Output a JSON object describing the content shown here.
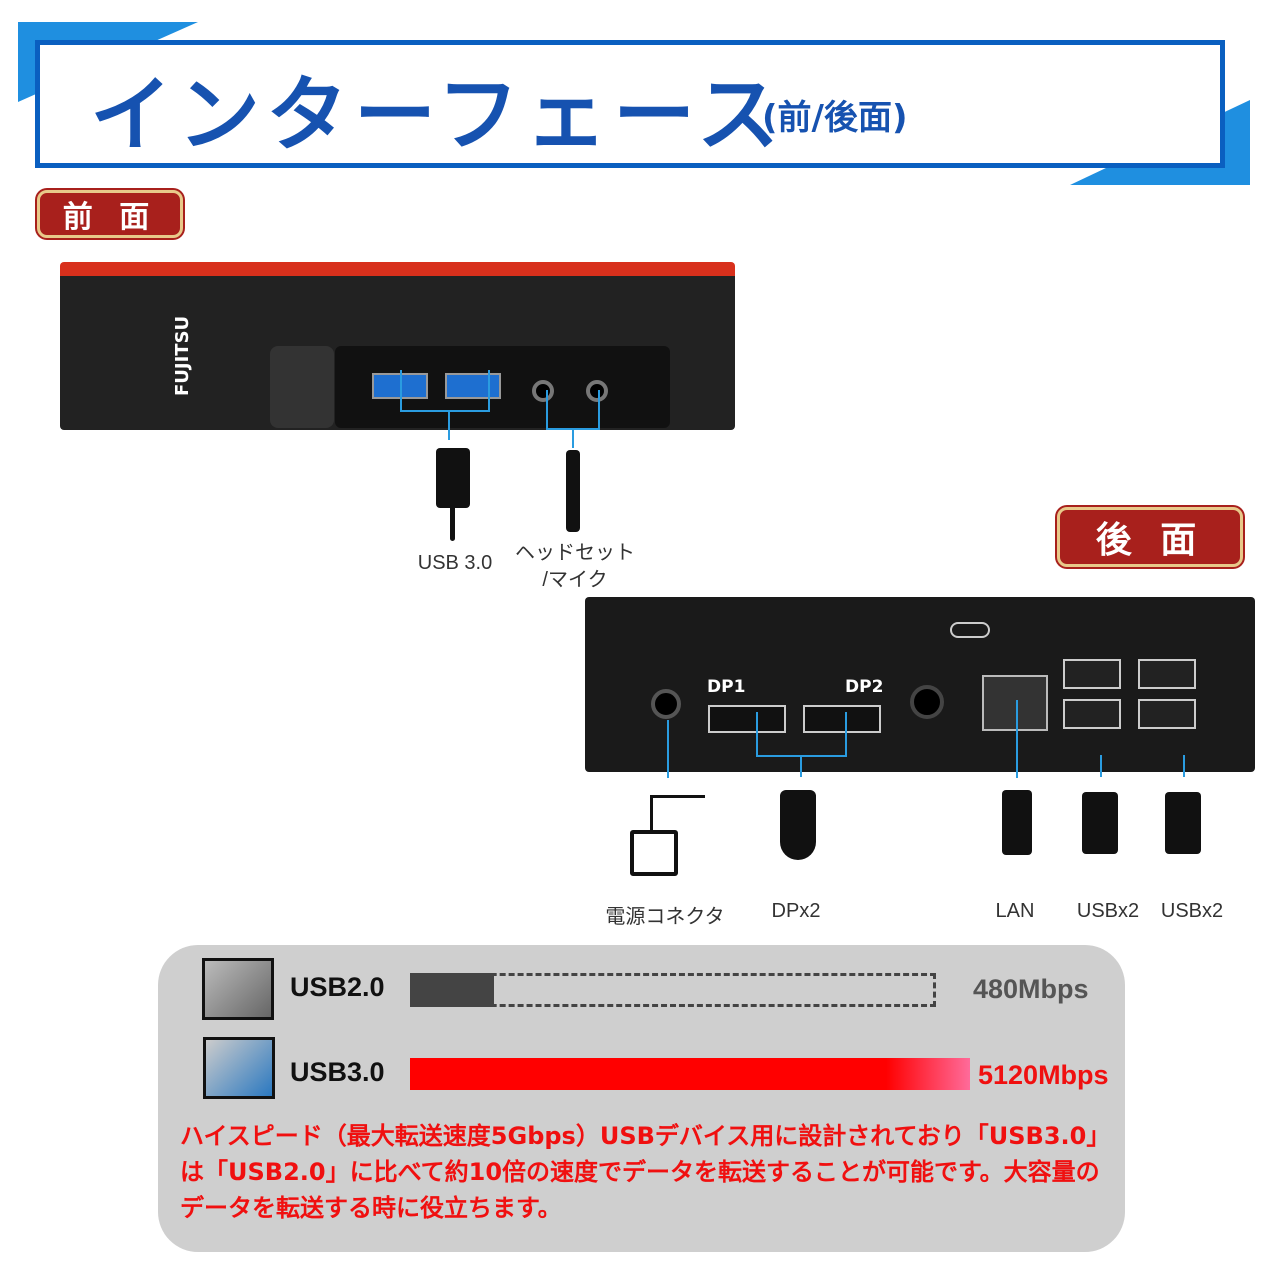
{
  "header": {
    "title": "インターフェース",
    "subtitle": "(前/後面)"
  },
  "front": {
    "badge": "前 面",
    "brand": "FUJITSU",
    "labels": {
      "usb": "USB 3.0",
      "audio_line1": "ヘッドセット",
      "audio_line2": "/マイク"
    }
  },
  "rear": {
    "badge": "後 面",
    "dp1": "DP1",
    "dp2": "DP2",
    "labels": {
      "power": "電源コネクタ",
      "dp": "DPx2",
      "lan": "LAN",
      "usb_a": "USBx2",
      "usb_b": "USBx2"
    }
  },
  "speed": {
    "usb2": {
      "label": "USB2.0",
      "value": "480Mbps",
      "fill_percent": 9.4
    },
    "usb3": {
      "label": "USB3.0",
      "value": "5120Mbps",
      "fill_percent": 100
    },
    "description": "ハイスピード（最大転送速度5Gbps）USBデバイス用に設計されており「USB3.0」は「USB2.0」に比べて約10倍の速度でデータを転送することが可能です。大容量のデータを転送する時に役立ちます。"
  },
  "colors": {
    "accent": "#1652b0",
    "badge": "#a8201c",
    "usb3_bar": "#ff0000",
    "usb2_bar": "#444444",
    "link_line": "#2a9ce0"
  }
}
